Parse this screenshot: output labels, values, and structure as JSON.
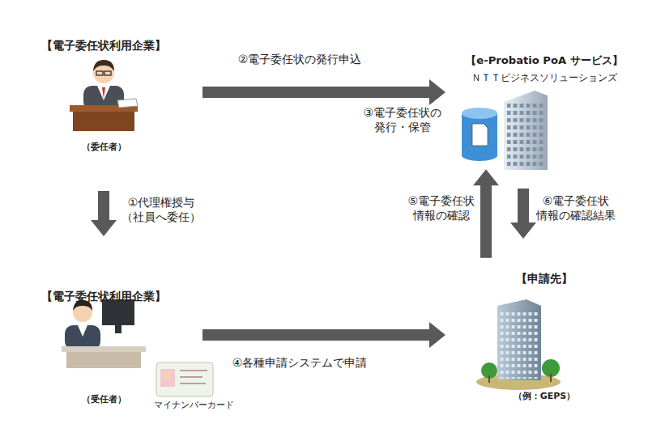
{
  "diagram": {
    "nodes": [
      {
        "text": [
          "【電子委任状利用企業】",
          "（委任者）"
        ]
      },
      {
        "text": [
          "【e-Probatio PoA サービス】",
          "ＮＴＴビジネスソリューションズ"
        ]
      },
      {
        "text": [
          "【電子委任状利用企業】",
          "（受任者）"
        ]
      },
      {
        "text": [
          "【申請先】",
          "（例：GEPS）"
        ]
      }
    ],
    "edges": [
      {
        "from": 0,
        "to": 1,
        "arrow": "to",
        "label": "②電子委任状の発行申込"
      },
      {
        "from": 0,
        "to": 2,
        "arrow": "to",
        "label": "①代理権授与 （社員へ委任）"
      },
      {
        "from": 2,
        "to": 3,
        "arrow": "to",
        "label": "④各種申請システムで申請"
      },
      {
        "from": 3,
        "to": 1,
        "arrow": "to",
        "label": "⑤電子委任状 情報の確認"
      },
      {
        "from": 1,
        "to": 3,
        "arrow": "to",
        "label": "⑥電子委任状 情報の確認結果"
      }
    ],
    "labels": [
      "③電子委任状の 発行・保管",
      "マイナンバーカード"
    ]
  }
}
